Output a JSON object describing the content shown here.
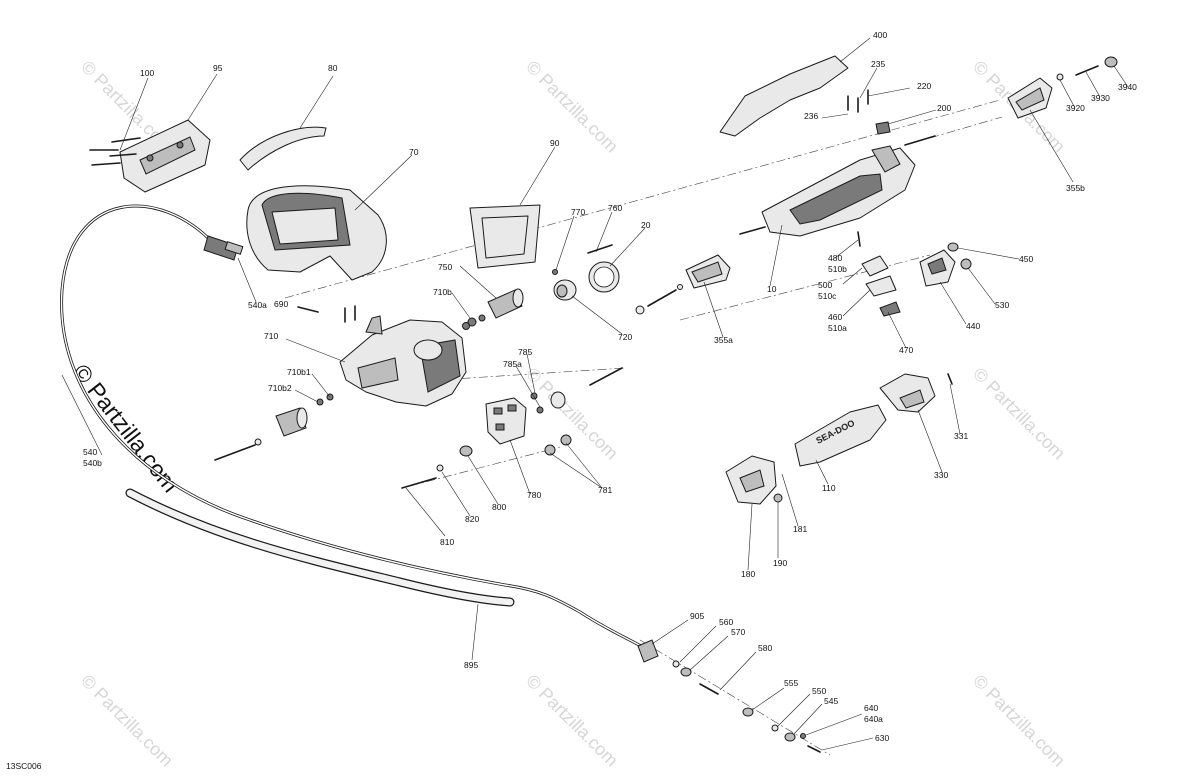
{
  "diagram": {
    "code": "13SC006",
    "watermark": "© Partzilla.com",
    "brand_mark": "SEA-DOO",
    "labels": {
      "l100": "100",
      "l95": "95",
      "l80": "80",
      "l70": "70",
      "l90": "90",
      "l770": "770",
      "l760": "760",
      "l20": "20",
      "l750": "750",
      "l710b": "710b",
      "l720": "720",
      "l690": "690",
      "l710": "710",
      "l710b1": "710b1",
      "l710b2": "710b2",
      "l540a": "540a",
      "l540": "540",
      "l540b": "540b",
      "l355a": "355a",
      "l10": "10",
      "l400": "400",
      "l235": "235",
      "l220": "220",
      "l236": "236",
      "l200": "200",
      "l3940": "3940",
      "l3930": "3930",
      "l3920": "3920",
      "l355b": "355b",
      "l480": "480",
      "l510b": "510b",
      "l500": "500",
      "l510c": "510c",
      "l460": "460",
      "l510a": "510a",
      "l450": "450",
      "l530": "530",
      "l440": "440",
      "l470": "470",
      "l785": "785",
      "l785a": "785a",
      "l780": "780",
      "l781": "781",
      "l800": "800",
      "l820": "820",
      "l810": "810",
      "l331": "331",
      "l330": "330",
      "l110": "110",
      "l181": "181",
      "l180": "180",
      "l190": "190",
      "l895": "895",
      "l905": "905",
      "l560": "560",
      "l570": "570",
      "l580": "580",
      "l555": "555",
      "l550": "550",
      "l545": "545",
      "l640": "640",
      "l640a": "640a",
      "l630": "630"
    }
  }
}
